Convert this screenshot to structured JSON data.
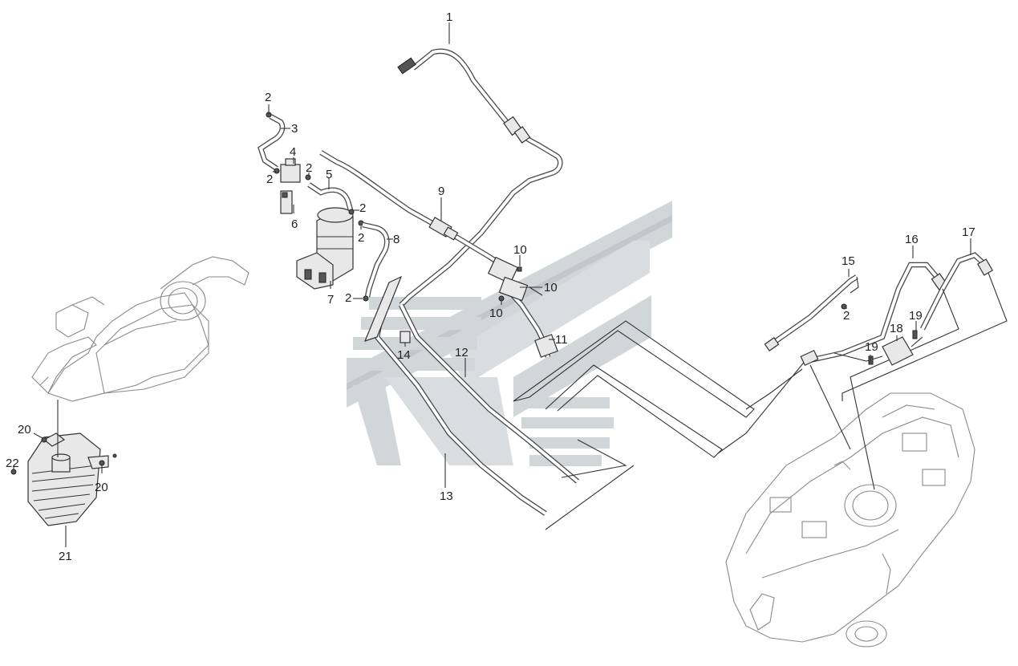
{
  "diagram": {
    "callouts": [
      {
        "id": "c1",
        "label": "1"
      },
      {
        "id": "c2a",
        "label": "2"
      },
      {
        "id": "c3",
        "label": "3"
      },
      {
        "id": "c4",
        "label": "4"
      },
      {
        "id": "c2b",
        "label": "2"
      },
      {
        "id": "c2c",
        "label": "2"
      },
      {
        "id": "c5",
        "label": "5"
      },
      {
        "id": "c6",
        "label": "6"
      },
      {
        "id": "c2d",
        "label": "2"
      },
      {
        "id": "c2e",
        "label": "2"
      },
      {
        "id": "c8",
        "label": "8"
      },
      {
        "id": "c2f",
        "label": "2"
      },
      {
        "id": "c7",
        "label": "7"
      },
      {
        "id": "c9",
        "label": "9"
      },
      {
        "id": "c10a",
        "label": "10"
      },
      {
        "id": "c10b",
        "label": "10"
      },
      {
        "id": "c10c",
        "label": "10"
      },
      {
        "id": "c11",
        "label": "11"
      },
      {
        "id": "c12",
        "label": "12"
      },
      {
        "id": "c14",
        "label": "14"
      },
      {
        "id": "c13",
        "label": "13"
      },
      {
        "id": "c15",
        "label": "15"
      },
      {
        "id": "c2g",
        "label": "2"
      },
      {
        "id": "c16",
        "label": "16"
      },
      {
        "id": "c17",
        "label": "17"
      },
      {
        "id": "c19a",
        "label": "19"
      },
      {
        "id": "c18",
        "label": "18"
      },
      {
        "id": "c19b",
        "label": "19"
      },
      {
        "id": "c20a",
        "label": "20"
      },
      {
        "id": "c20b",
        "label": "20"
      },
      {
        "id": "c22",
        "label": "22"
      },
      {
        "id": "c21",
        "label": "21"
      }
    ],
    "colors": {
      "line": "#333333",
      "watermark": "#c9cfd3",
      "watermark_dark": "#b7bec3",
      "background": "#ffffff"
    }
  }
}
